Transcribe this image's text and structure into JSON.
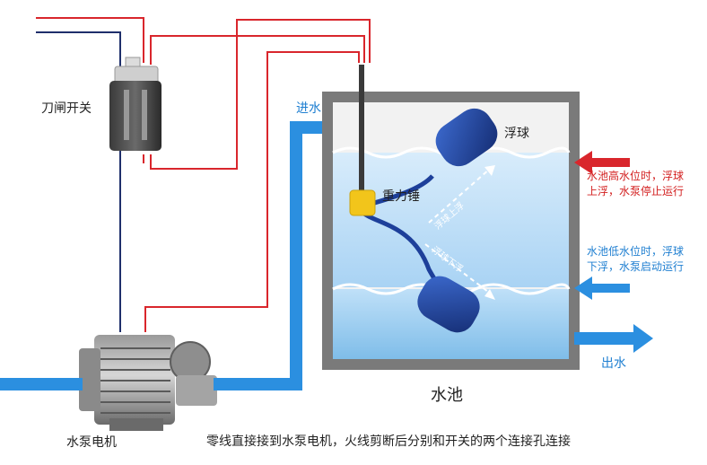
{
  "labels": {
    "switch": "刀闸开关",
    "inlet": "进水",
    "float_ball": "浮球",
    "weight": "重力锤",
    "pool": "水池",
    "outlet": "出水",
    "pump": "水泵电机",
    "float_up": "浮球上浮",
    "float_down": "浮球下浮"
  },
  "notes": {
    "high_line1": "水池高水位时，浮球",
    "high_line2": "上浮，水泵停止运行",
    "low_line1": "水池低水位时，浮球",
    "low_line2": "下浮，水泵启动运行"
  },
  "caption": "零线直接接到水泵电机，火线剪断后分别和开关的两个连接孔连接",
  "colors": {
    "wire_red": "#d9262c",
    "wire_navy": "#1f2f6b",
    "water_blue": "#2b8fe0",
    "tank_gray": "#7a7a7a",
    "float_blue": "#1d3f9a",
    "weight_yellow": "#f2c51b",
    "note_red": "#d32020",
    "note_blue": "#1f7fd1"
  },
  "icons": [
    "knife-switch-icon",
    "water-pump-icon",
    "float-ball-icon",
    "gravity-weight-icon"
  ]
}
